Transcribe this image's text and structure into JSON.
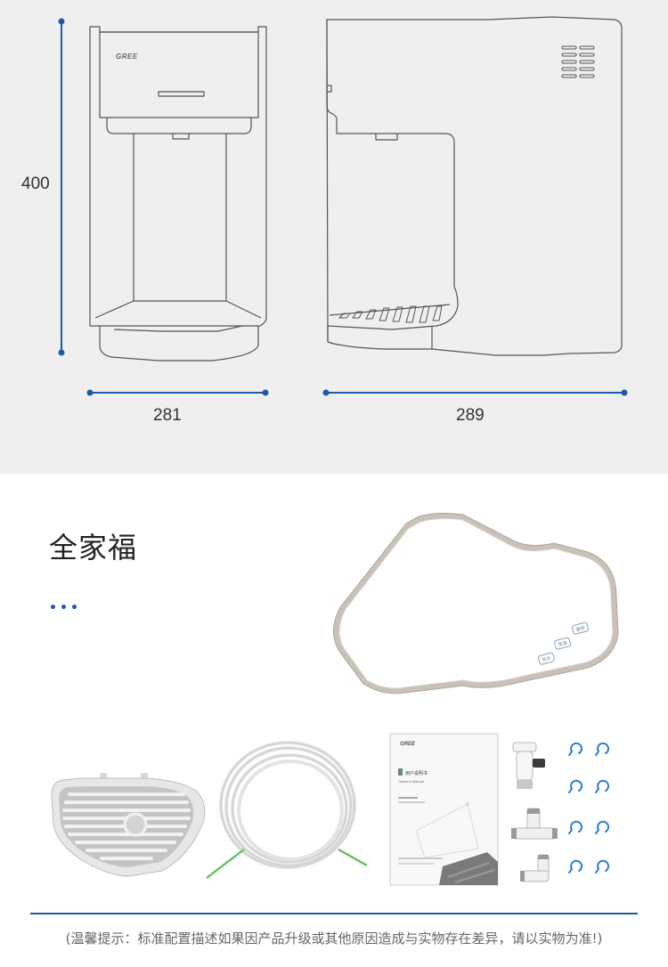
{
  "dimensions": {
    "height_label": "400",
    "width_label": "281",
    "depth_label": "289",
    "brand_mark": "GREE",
    "line_color": "#1f5aa6"
  },
  "section": {
    "title": "全家福",
    "accent_color": "#1f5aa6"
  },
  "items": {
    "panel_buttons": [
      "热水",
      "常温",
      "童锁"
    ],
    "manual_brand": "GREE",
    "manual_title": "用户说明书",
    "manual_subtitle": "Owner's Manual"
  },
  "footer": {
    "note": "(温馨提示：标准配置描述如果因产品升级或其他原因造成与实物存在差异，请以实物为准!)"
  }
}
